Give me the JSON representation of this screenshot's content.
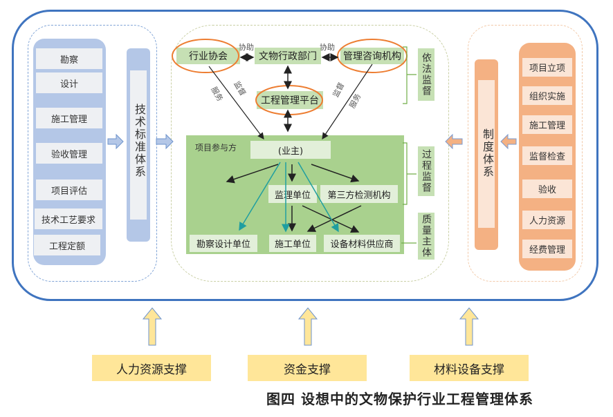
{
  "left_panel": {
    "items": [
      "勘察",
      "设计",
      "施工管理",
      "验收管理",
      "项目评估",
      "技术工艺要求",
      "工程定额"
    ],
    "bar_label": "技术标准体系"
  },
  "center_panel": {
    "top_nodes": {
      "industry_association": "行业协会",
      "heritage_admin": "文物行政部门",
      "consulting_agency": "管理咨询机构",
      "platform": "工程管理平台"
    },
    "edge_labels": {
      "assist_left": "协助",
      "assist_right": "协助",
      "service_left": "服务",
      "supervise_left": "监督",
      "supervise_right": "监督",
      "service_right": "服务"
    },
    "project_group": {
      "title": "项目参与方",
      "owner": "(业主)",
      "supervisor": "监理单位",
      "third_party": "第三方检测机构",
      "survey_design": "勘察设计单位",
      "construction": "施工单位",
      "supplier": "设备材料供应商"
    },
    "side_labels": {
      "legal_supervision": "依法监督",
      "process_supervision": "过程监督",
      "quality_subject": "质量主体"
    }
  },
  "right_panel": {
    "items": [
      "项目立项",
      "组织实施",
      "施工管理",
      "监督检查",
      "验收",
      "人力资源",
      "经费管理"
    ],
    "bar_label": "制度体系"
  },
  "supports": [
    "人力资源支撑",
    "资金支撑",
    "材料设备支撑"
  ],
  "caption": "图四  设想中的文物保护行业工程管理体系",
  "colors": {
    "outer_border": "#3f74bf",
    "blue": "#b4c7e7",
    "green": "#a9d18e",
    "green_light": "#c6e0b4",
    "orange": "#f4b183",
    "highlight_ellipse": "#ed7d31",
    "teal_arrow": "#1f9ea0",
    "support_yellow": "#ffe699"
  }
}
